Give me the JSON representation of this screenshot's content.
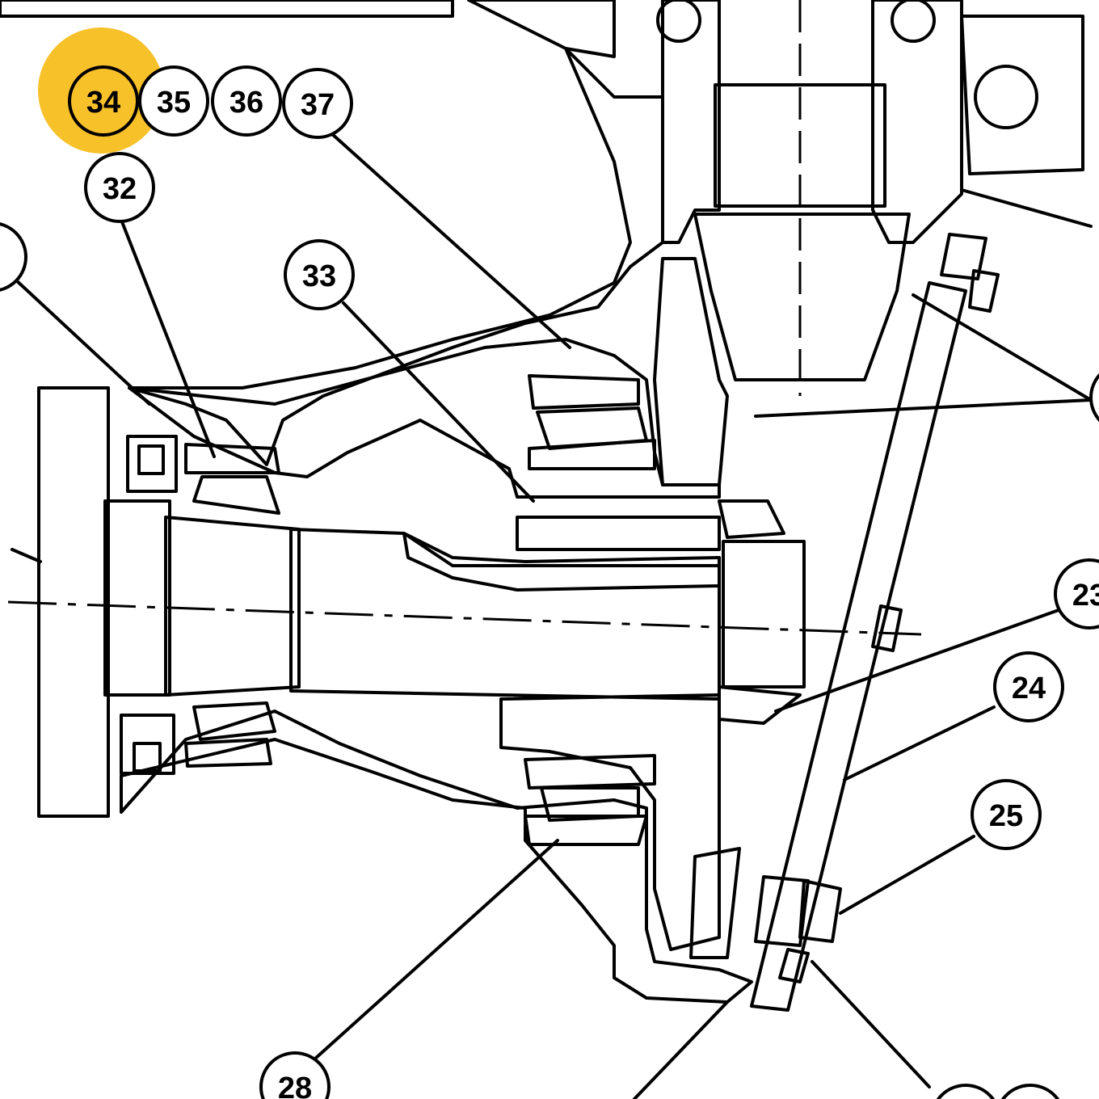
{
  "callouts": {
    "c34": "34",
    "c35": "35",
    "c36": "36",
    "c37": "37",
    "c32": "32",
    "c33": "33",
    "c23": "23",
    "c24": "24",
    "c25": "25",
    "c28": "28"
  },
  "highlight_color": "#f7c12a"
}
